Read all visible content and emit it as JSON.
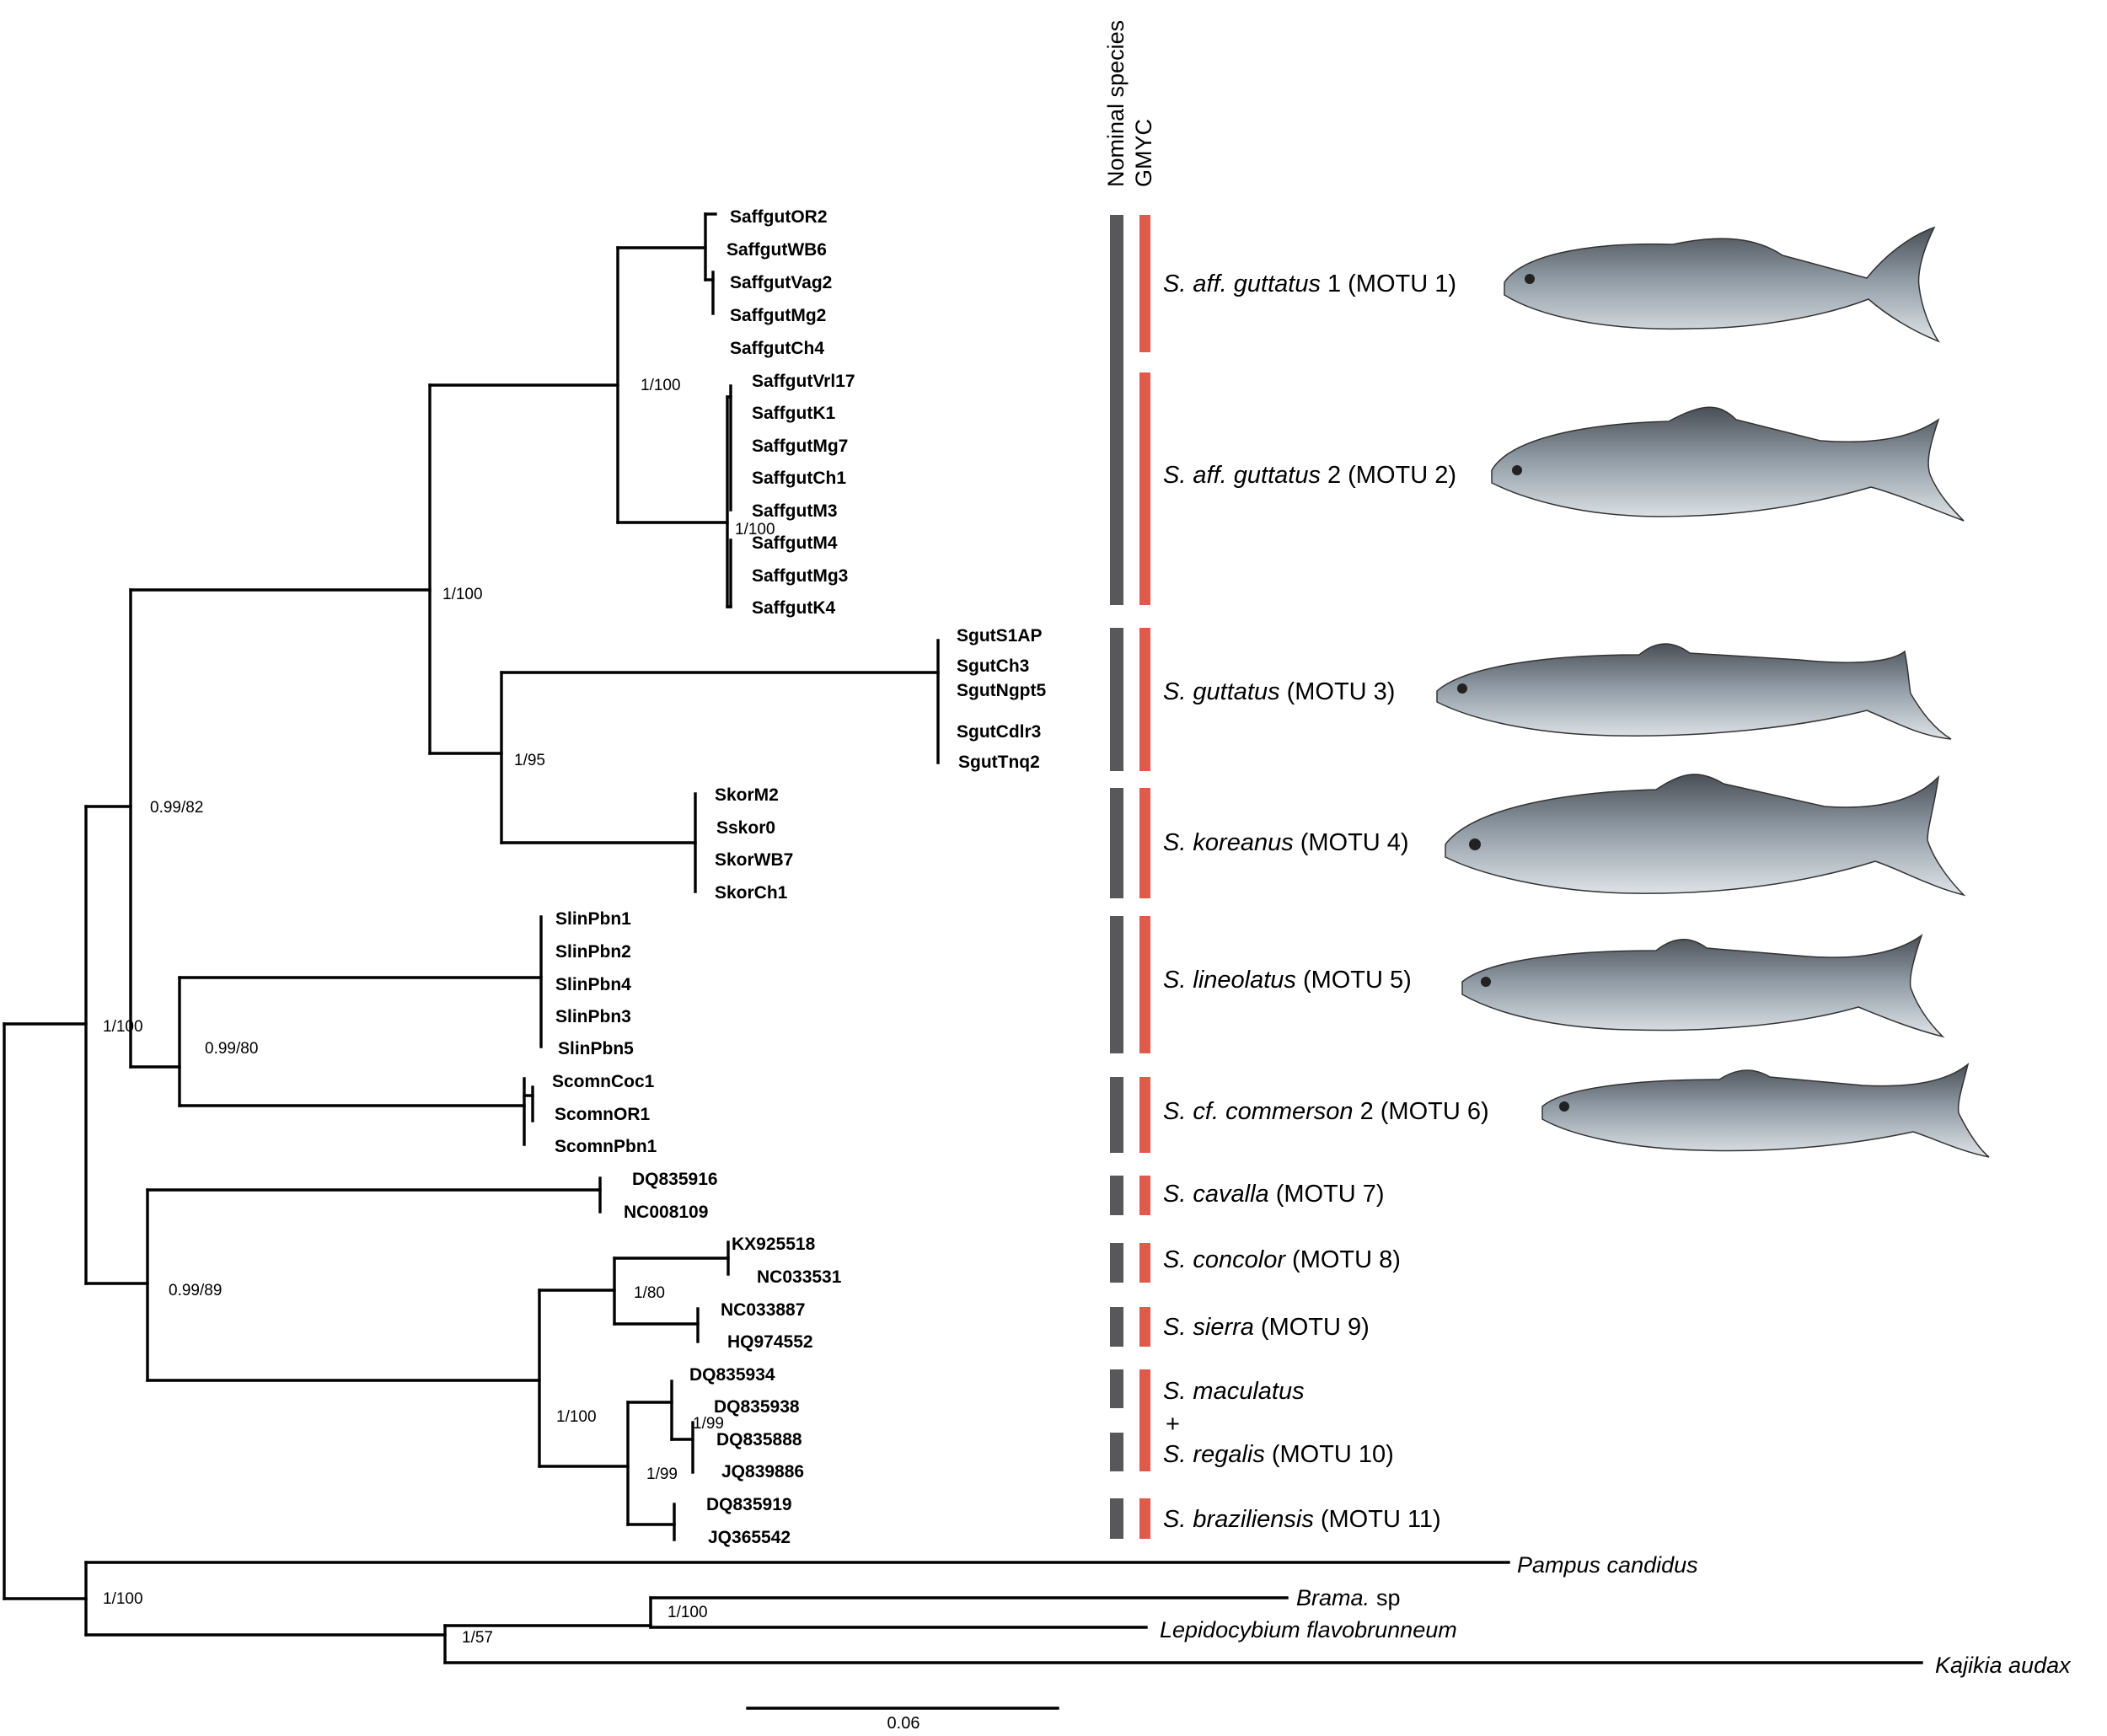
{
  "headers": {
    "nominal": "Nominal species",
    "gmyc": "GMYC"
  },
  "colors": {
    "nominal_bar": "#58585a",
    "gmyc_bar": "#e05a4b",
    "fish_body": "#8f9aa4",
    "fish_dark": "#4a4f56"
  },
  "scale_label": "0.06",
  "leaves": [
    "SaffgutOR2",
    "SaffgutWB6",
    "SaffgutVag2",
    "SaffgutMg2",
    "SaffgutCh4",
    "SaffgutVrl17",
    "SaffgutK1",
    "SaffgutMg7",
    "SaffgutCh1",
    "SaffgutM3",
    "SaffgutM4",
    "SaffgutMg3",
    "SaffgutK4",
    "SgutS1AP",
    "SgutCh3",
    "SgutNgpt5",
    "SgutCdlr3",
    "SgutTnq2",
    "SkorM2",
    "Sskor0",
    "SkorWB7",
    "SkorCh1",
    "SlinPbn1",
    "SlinPbn2",
    "SlinPbn4",
    "SlinPbn3",
    "SlinPbn5",
    "ScomnCoc1",
    "ScomnOR1",
    "ScomnPbn1",
    "DQ835916",
    "NC008109",
    "KX925518",
    "NC033531",
    "NC033887",
    "HQ974552",
    "DQ835934",
    "DQ835938",
    "DQ835888",
    "JQ839886",
    "DQ835919",
    "JQ365542"
  ],
  "outgroups": [
    "Pampus candidus",
    "Brama.",
    "sp",
    "Lepidocybium flavobrunneum",
    "Kajikia audax"
  ],
  "supports": [
    "1/100",
    "1/100",
    "1/100",
    "1/95",
    "0.99/82",
    "0.99/80",
    "1/100",
    "0.99/89",
    "1/80",
    "1/100",
    "1/99",
    "1/99",
    "1/100",
    "1/100",
    "1/57"
  ],
  "species": [
    {
      "prefix": "S.",
      "italic": "aff. guttatus",
      "rest": "1 (MOTU 1)"
    },
    {
      "prefix": "S.",
      "italic": "aff. guttatus",
      "rest": "2 (MOTU 2)"
    },
    {
      "prefix": "S.",
      "italic": "guttatus",
      "rest": "(MOTU 3)"
    },
    {
      "prefix": "S.",
      "italic": "koreanus",
      "rest": "(MOTU 4)"
    },
    {
      "prefix": "S.",
      "italic": "lineolatus",
      "rest": "(MOTU 5)"
    },
    {
      "prefix": "S.",
      "italic": "cf. commerson",
      "rest": "2 (MOTU 6)"
    },
    {
      "prefix": "S.",
      "italic": "cavalla",
      "rest": "(MOTU 7)"
    },
    {
      "prefix": "S.",
      "italic": "concolor",
      "rest": "(MOTU 8)"
    },
    {
      "prefix": "S.",
      "italic": "sierra",
      "rest": "(MOTU 9)"
    },
    {
      "prefix": "S.",
      "italic": "maculatus",
      "rest": ""
    },
    {
      "prefix": "+",
      "italic": "",
      "rest": ""
    },
    {
      "prefix": "S.",
      "italic": "regalis",
      "rest": "(MOTU 10)"
    },
    {
      "prefix": "S.",
      "italic": "braziliensis",
      "rest": "(MOTU 11)"
    }
  ],
  "fish_images": [
    {
      "name": "S. aff. guttatus 1"
    },
    {
      "name": "S. aff. guttatus 2"
    },
    {
      "name": "S. guttatus"
    },
    {
      "name": "S. koreanus"
    },
    {
      "name": "S. lineolatus"
    },
    {
      "name": "S. cf. commerson 2"
    }
  ]
}
